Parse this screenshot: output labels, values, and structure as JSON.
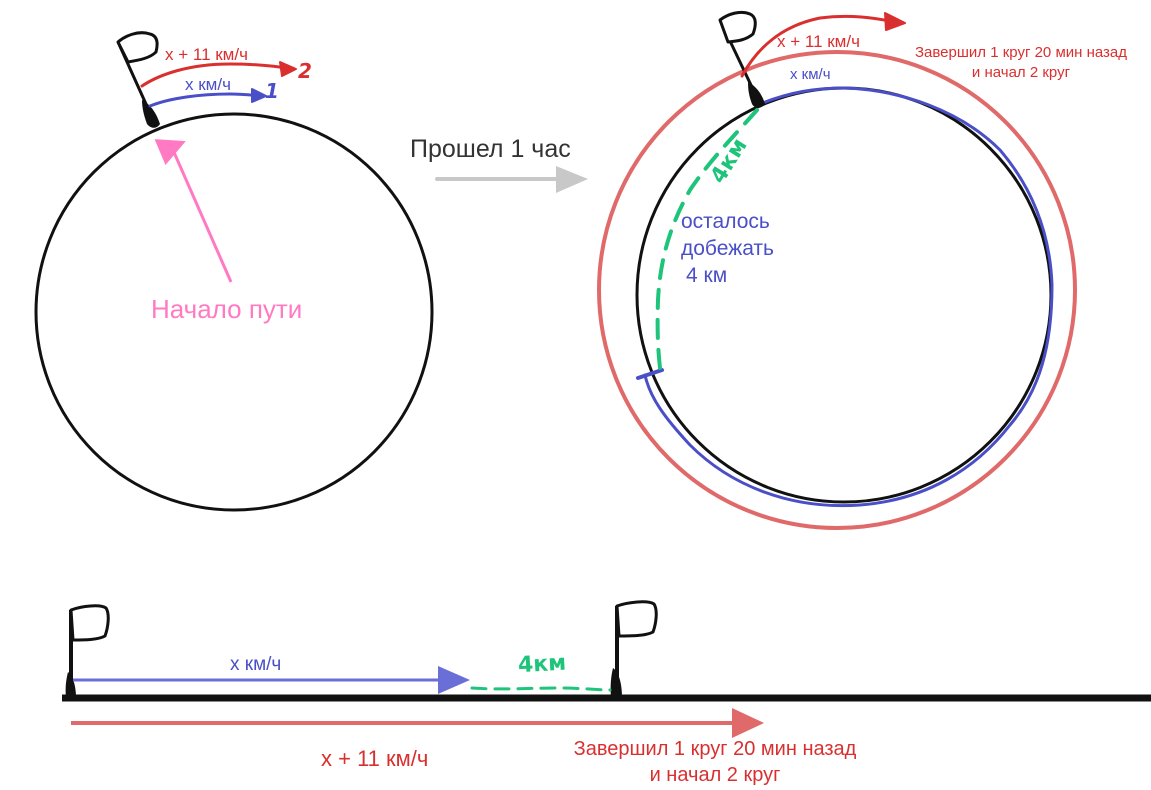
{
  "colors": {
    "black": "#111111",
    "blue": "#4a4fc8",
    "red": "#d9302f",
    "pink": "#ff7ac3",
    "green": "#1fc47b",
    "gray": "#c8c8c8",
    "red_soft": "#e06a6a"
  },
  "left_circle": {
    "speed_fast_label": "x + 11 км/ч",
    "speed_slow_label": "x км/ч",
    "marker_fast": "2",
    "marker_slow": "1",
    "start_label": "Начало пути"
  },
  "transition": {
    "label": "Прошел 1 час"
  },
  "right_circle": {
    "speed_fast_label": "x + 11 км/ч",
    "speed_slow_label": "x км/ч",
    "fast_status_line1": "Завершил 1 круг 20 мин назад",
    "fast_status_line2": "и начал 2 круг",
    "remaining_distance": "4км",
    "remaining_line1": "осталось",
    "remaining_line2": "добежать",
    "remaining_line3": "4 км"
  },
  "linear": {
    "slow_label": "x км/ч",
    "gap_label": "4км",
    "fast_label": "x + 11 км/ч",
    "fast_status_line1": "Завершил 1 круг 20 мин назад",
    "fast_status_line2": "и начал 2 круг"
  }
}
